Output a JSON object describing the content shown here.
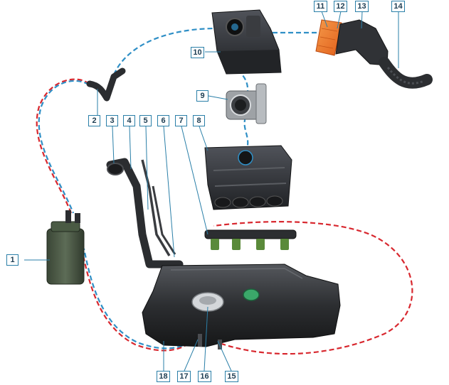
{
  "callouts": {
    "c1": "1",
    "c2": "2",
    "c3": "3",
    "c4": "4",
    "c5": "5",
    "c6": "6",
    "c7": "7",
    "c8": "8",
    "c9": "9",
    "c10": "10",
    "c11": "11",
    "c12": "12",
    "c13": "13",
    "c14": "14",
    "c15": "15",
    "c16": "16",
    "c17": "17",
    "c18": "18"
  },
  "colors": {
    "callout_border": "#2a7fa8",
    "callout_text": "#1d3d52",
    "pipe_red": "#d8282f",
    "pipe_blue": "#2f8fc6",
    "component_dark": "#2b2d30",
    "canister_green": "#4a5a44",
    "air_filter": "#f07a2a"
  }
}
